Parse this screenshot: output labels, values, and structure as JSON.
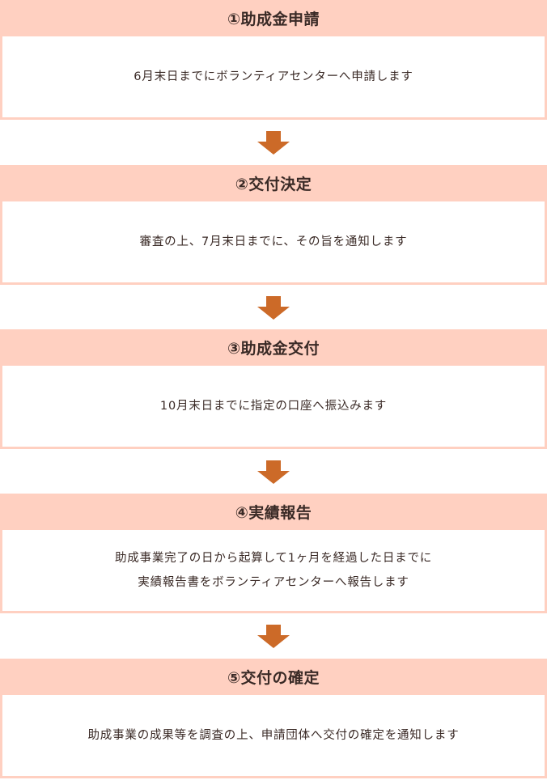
{
  "colors": {
    "header_bg": "#ffd0c1",
    "arrow": "#cc6a28",
    "text": "#3a2a26"
  },
  "steps": [
    {
      "title": "①助成金申請",
      "lines": [
        "6月末日までにボランティアセンターへ申請します"
      ]
    },
    {
      "title": "②交付決定",
      "lines": [
        "審査の上、7月末日までに、その旨を通知します"
      ]
    },
    {
      "title": "③助成金交付",
      "lines": [
        "10月末日までに指定の口座へ振込みます"
      ]
    },
    {
      "title": "④実績報告",
      "lines": [
        "助成事業完了の日から起算して1ヶ月を経過した日までに",
        "実績報告書をボランティアセンターへ報告します"
      ]
    },
    {
      "title": "⑤交付の確定",
      "lines": [
        "助成事業の成果等を調査の上、申請団体へ交付の確定を通知します"
      ]
    }
  ],
  "arrow_icon": "down-arrow-icon"
}
